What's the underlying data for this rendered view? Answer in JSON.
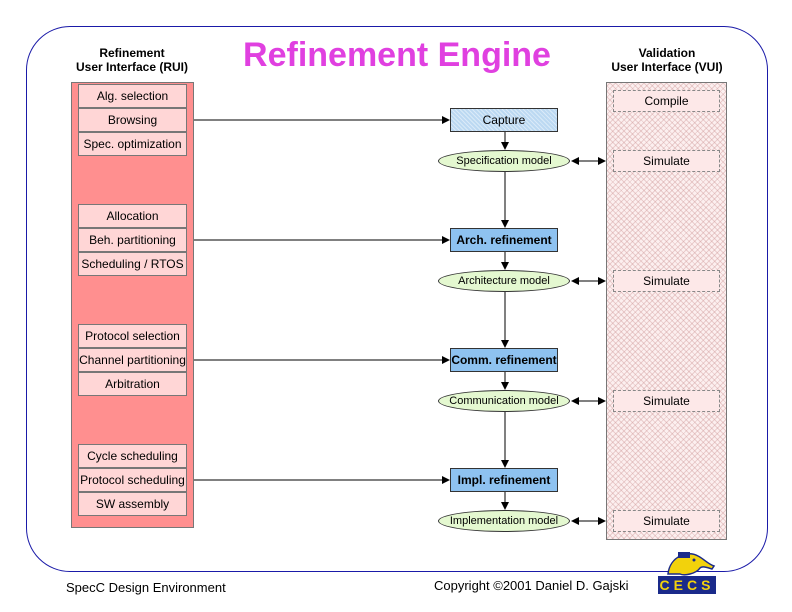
{
  "title": "Refinement Engine",
  "rui": {
    "heading_line1": "Refinement",
    "heading_line2": "User Interface (RUI)",
    "items": [
      "Alg. selection",
      "Browsing",
      "Spec. optimization",
      "Allocation",
      "Beh. partitioning",
      "Scheduling / RTOS",
      "Protocol selection",
      "Channel partitioning",
      "Arbitration",
      "Cycle scheduling",
      "Protocol scheduling",
      "SW assembly"
    ]
  },
  "vui": {
    "heading_line1": "Validation",
    "heading_line2": "User Interface (VUI)",
    "compile_label": "Compile",
    "simulate_labels": [
      "Simulate",
      "Simulate",
      "Simulate",
      "Simulate"
    ]
  },
  "steps": [
    "Capture",
    "Arch. refinement",
    "Comm. refinement",
    "Impl. refinement"
  ],
  "models": [
    "Specification model",
    "Architecture model",
    "Communication model",
    "Implementation model"
  ],
  "footer": {
    "left": "SpecC Design Environment",
    "right": "Copyright ©2001 Daniel D. Gajski"
  },
  "logo": {
    "text": "CECS"
  },
  "colors": {
    "title": "#e040e0",
    "rui_column": "#ff8f8f",
    "rui_item": "#ffd6d6",
    "refinement_step": "#8ec2f0",
    "model": "#e4f8d0",
    "frame": "#1a1aa8"
  }
}
